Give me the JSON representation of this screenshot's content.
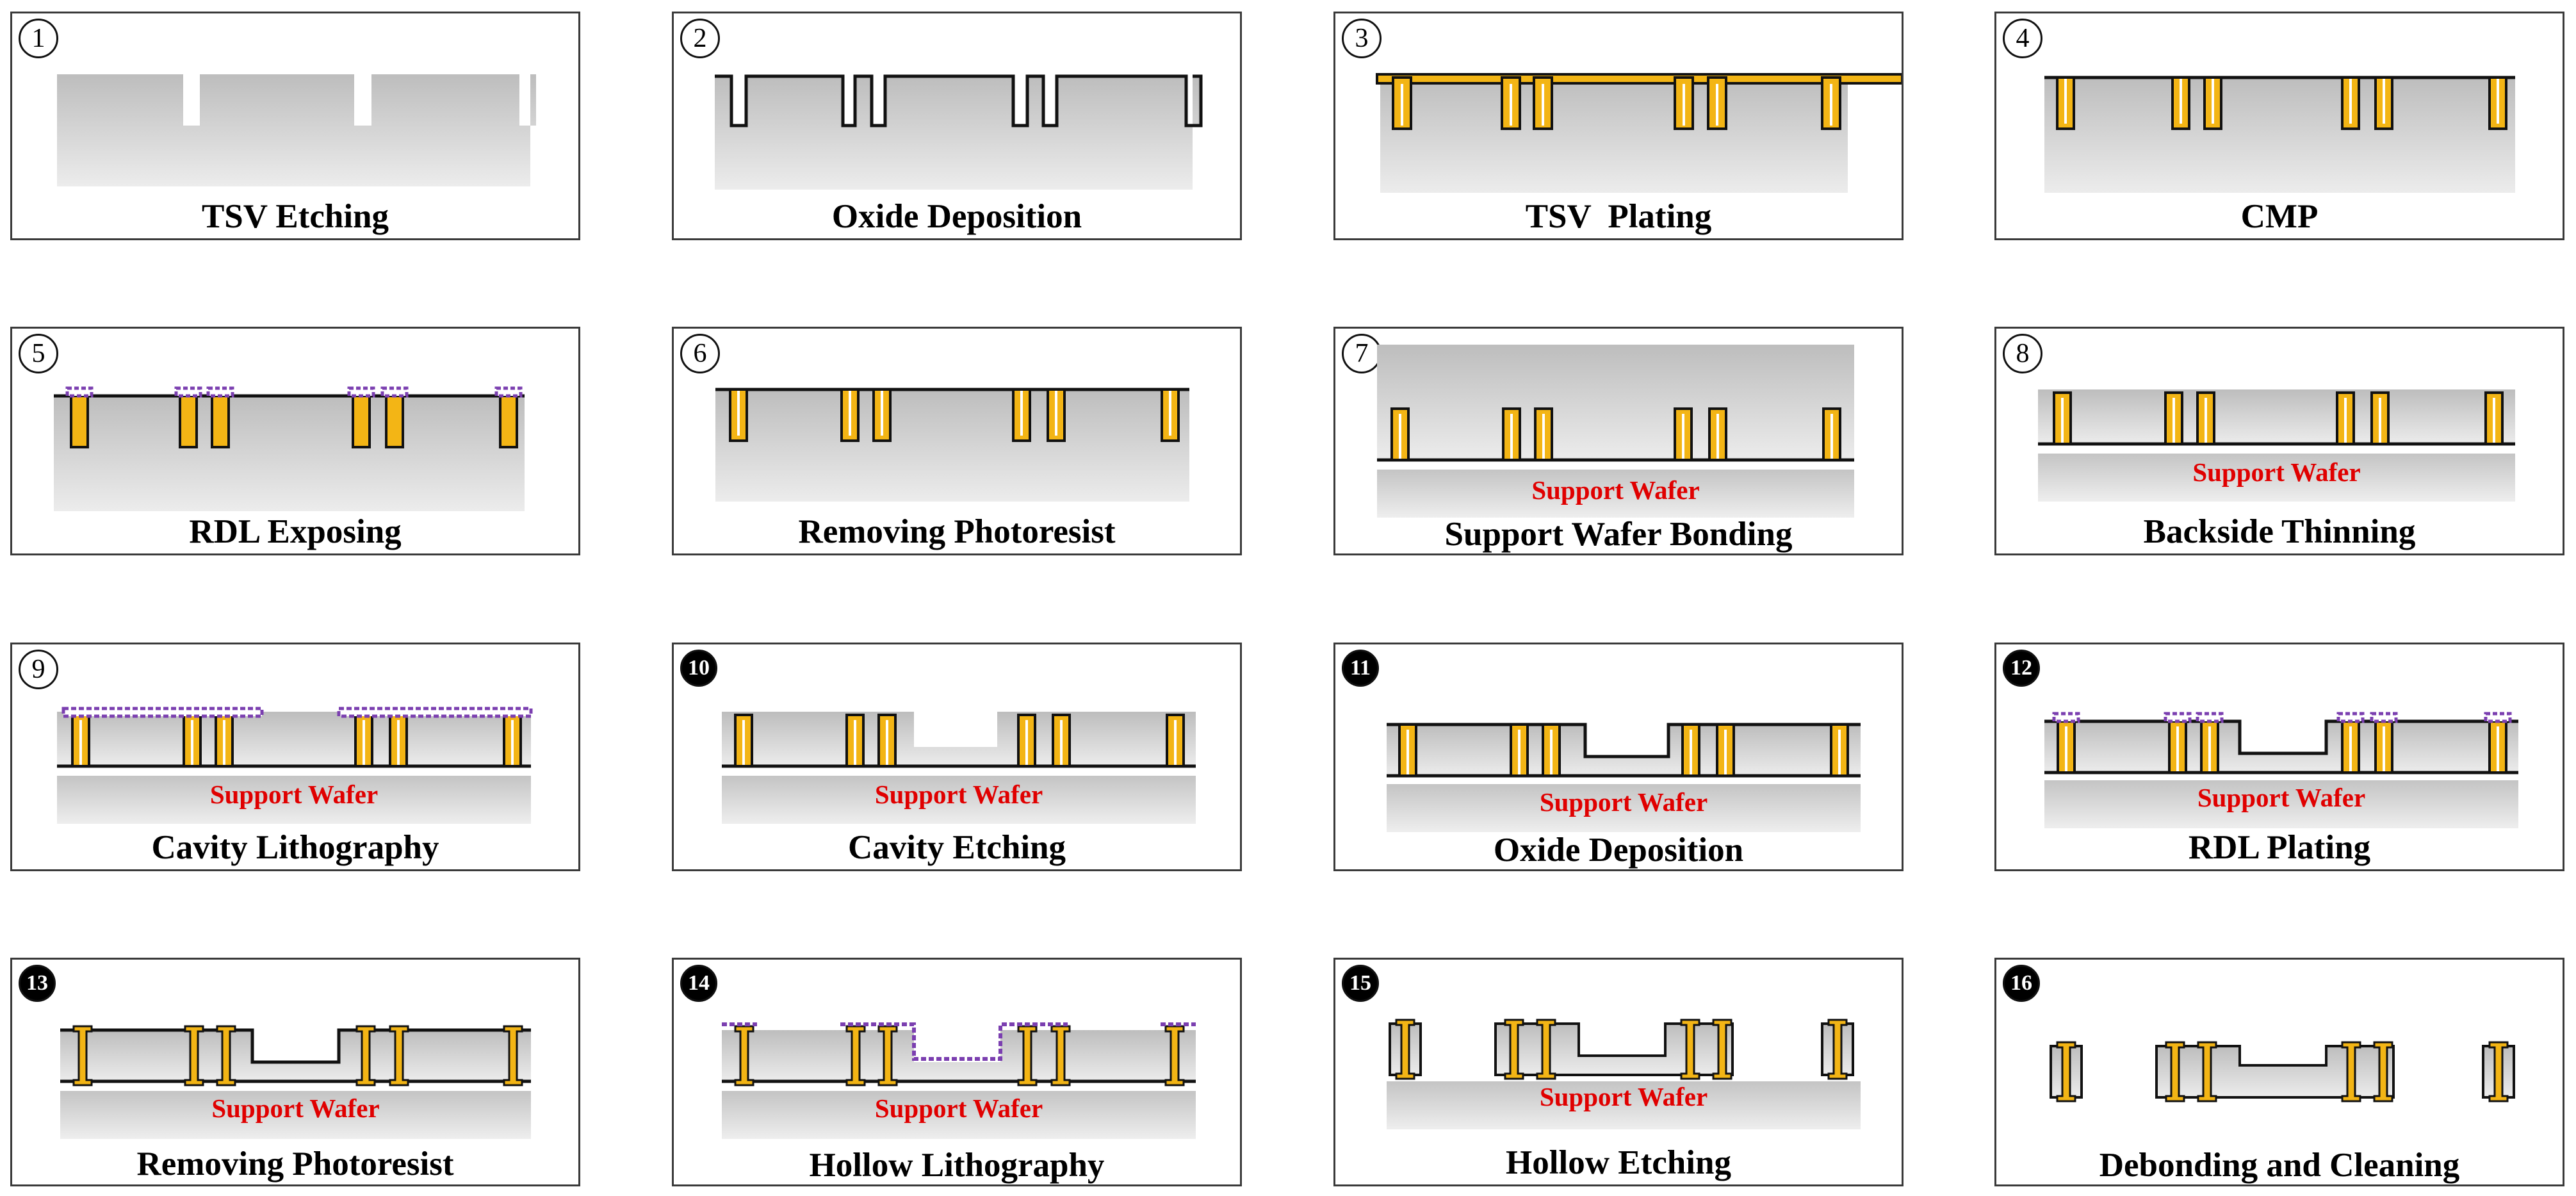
{
  "colors": {
    "copper": "#f3b515",
    "photoresist": "#7b3fb0",
    "support_text": "#e00000",
    "frame": "#3a3a3a"
  },
  "support_label": "Support Wafer",
  "steps": [
    {
      "number": "1",
      "title": "TSV Etching"
    },
    {
      "number": "2",
      "title": "Oxide Deposition"
    },
    {
      "number": "3",
      "title": "TSV  Plating"
    },
    {
      "number": "4",
      "title": "CMP"
    },
    {
      "number": "5",
      "title": "RDL Exposing"
    },
    {
      "number": "6",
      "title": "Removing Photoresist"
    },
    {
      "number": "7",
      "title": "Support Wafer Bonding"
    },
    {
      "number": "8",
      "title": "Backside Thinning"
    },
    {
      "number": "9",
      "title": "Cavity Lithography"
    },
    {
      "number": "10",
      "title": "Cavity Etching"
    },
    {
      "number": "11",
      "title": "Oxide Deposition"
    },
    {
      "number": "12",
      "title": "RDL Plating"
    },
    {
      "number": "13",
      "title": "Removing Photoresist"
    },
    {
      "number": "14",
      "title": "Hollow Lithography"
    },
    {
      "number": "15",
      "title": "Hollow Etching"
    },
    {
      "number": "16",
      "title": "Debonding and Cleaning"
    }
  ]
}
